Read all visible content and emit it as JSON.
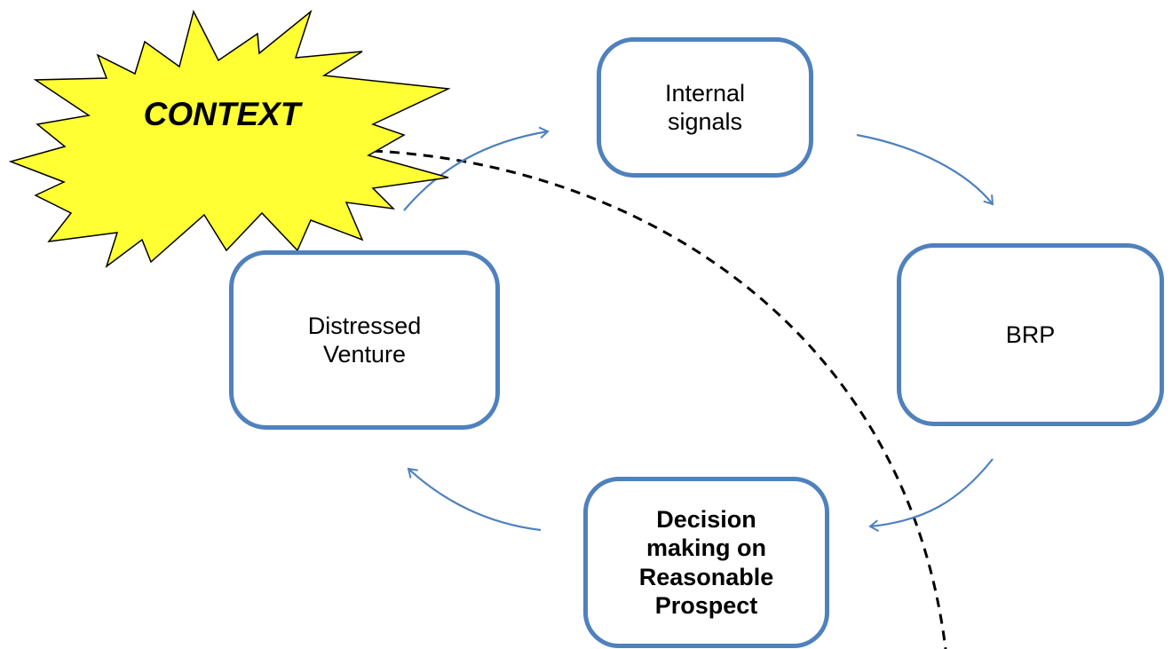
{
  "diagram": {
    "burst_label": "CONTEXT",
    "nodes": {
      "internal": "Internal signals",
      "brp": "BRP",
      "decision": "Decision making on Reasonable Prospect",
      "distressed": "Distressed Venture"
    }
  },
  "colors": {
    "node_border": "#4f81bd",
    "arrow": "#4f81bd",
    "burst_fill": "#ffff33",
    "burst_stroke": "#000000",
    "dashed_line": "#000000",
    "background": "#ffffff"
  }
}
